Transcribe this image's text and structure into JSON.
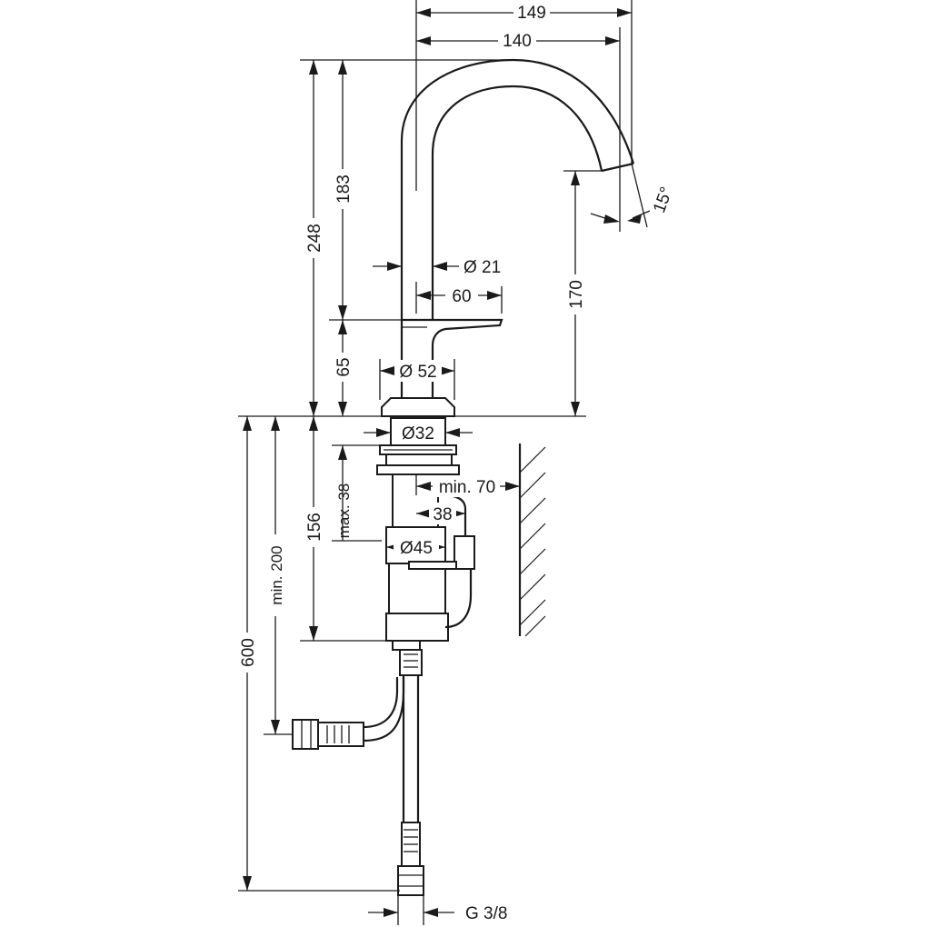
{
  "dimensions": {
    "spout_reach_outer": "149",
    "spout_reach_inner": "140",
    "total_height_above_deck": "248",
    "spout_height_above_handle": "183",
    "handle_height": "65",
    "outlet_height": "170",
    "spout_angle": "15°",
    "spout_tube_diameter": "Ø 21",
    "handle_length": "60",
    "base_diameter": "Ø 52",
    "shank_diameter": "Ø32",
    "max_deck_thickness": "max. 38",
    "min_wall_distance": "min. 70",
    "valve_offset": "38",
    "valve_diameter": "Ø45",
    "below_deck_depth": "156",
    "min_hose_clearance": "min. 200",
    "hose_length": "600",
    "connection_thread": "G 3/8"
  }
}
